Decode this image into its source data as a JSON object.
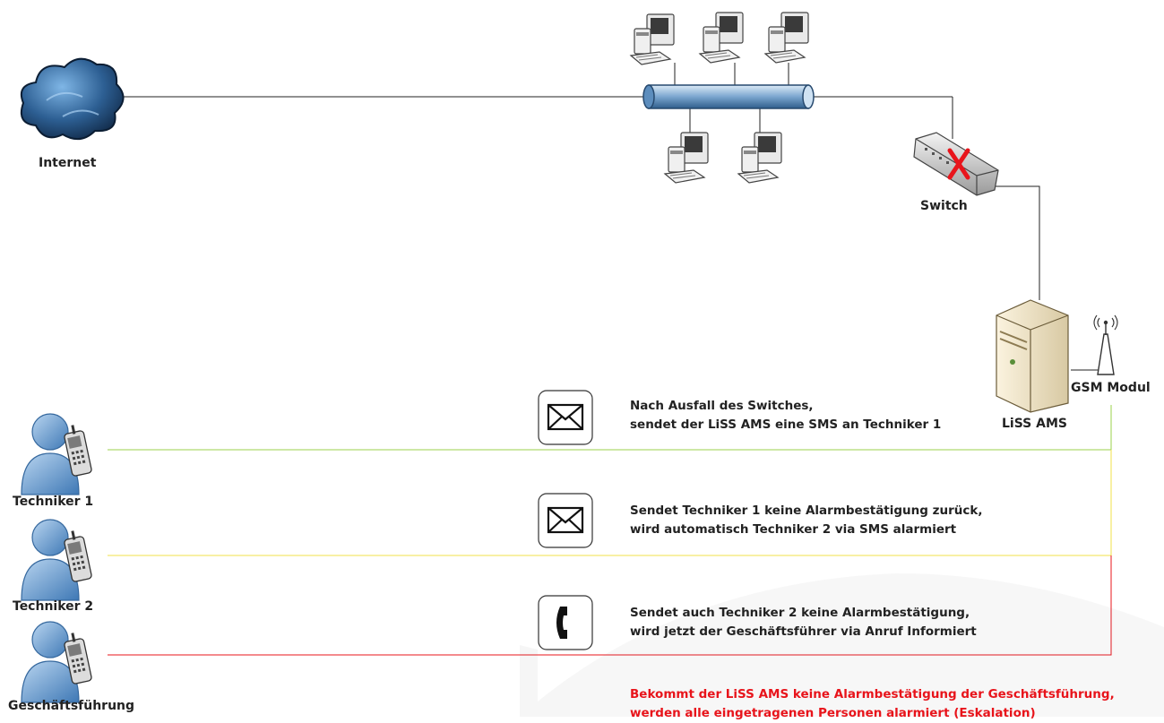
{
  "nodes": {
    "internet": "Internet",
    "switch": "Switch",
    "liss": "LiSS AMS",
    "gsm": "GSM Modul",
    "tech1": "Techniker 1",
    "tech2": "Techniker 2",
    "gf": "Geschäftsführung"
  },
  "steps": [
    {
      "icon": "envelope-icon",
      "line1": "Nach Ausfall des Switches,",
      "line2": "sendet der LiSS AMS eine SMS an Techniker 1",
      "color": "#9bd14b"
    },
    {
      "icon": "envelope-icon",
      "line1": "Sendet Techniker 1 keine Alarmbestätigung zurück,",
      "line2": "wird automatisch Techniker 2 via SMS alarmiert",
      "color": "#f2e24a"
    },
    {
      "icon": "phone-handset-icon",
      "line1": "Sendet auch Techniker 2 keine Alarmbestätigung,",
      "line2": "wird jetzt der Geschäftsführer via Anruf Informiert",
      "color": "#e8141b"
    }
  ],
  "escalation": {
    "line1": "Bekommt der LiSS AMS keine Alarmbestätigung der Geschäftsführung,",
    "line2": "werden alle eingetragenen Personen alarmiert (Eskalation)",
    "color": "#e8141b"
  },
  "colors": {
    "link": "#222222",
    "fault": "#e8141b",
    "person": "#5b8fc9"
  }
}
